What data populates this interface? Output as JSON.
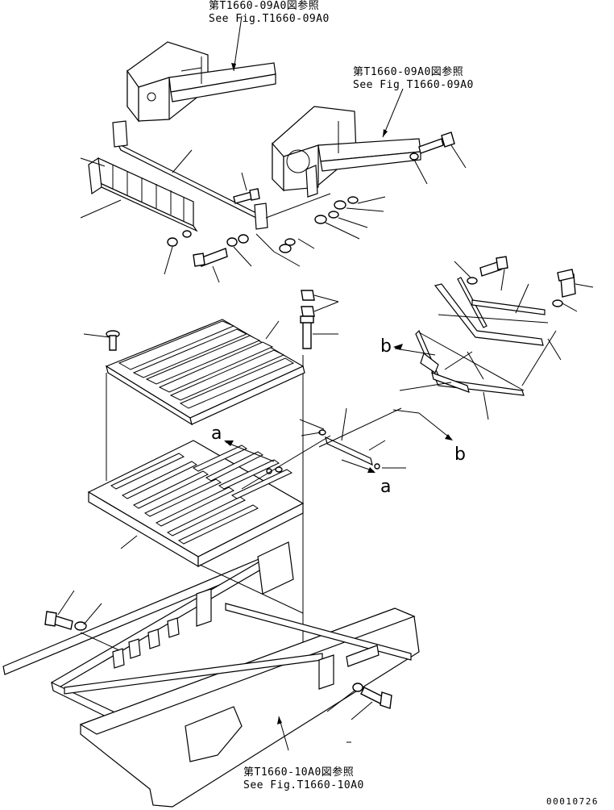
{
  "references": {
    "top_left": {
      "jp": "第T1660-09A0図参照",
      "en": "See Fig.T1660-09A0"
    },
    "top_right": {
      "jp": "第T1660-09A0図参照",
      "en": "See Fig T1660-09A0"
    },
    "bottom": {
      "jp": "第T1660-10A0図参照",
      "en": "See Fig.T1660-10A0"
    }
  },
  "view_markers": {
    "a_left": "a",
    "a_right": "a",
    "b_left": "b",
    "b_right": "b"
  },
  "drawing_code": "00010726"
}
